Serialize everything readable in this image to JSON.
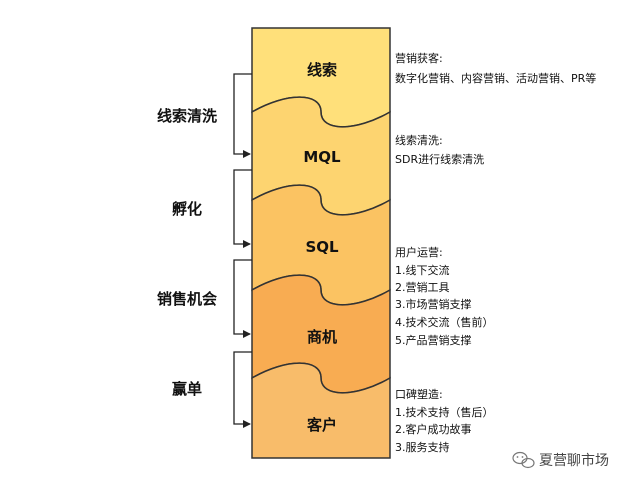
{
  "stages": [
    {
      "label": "线索",
      "color": "#FFE07A"
    },
    {
      "label": "MQL",
      "color": "#FDD470"
    },
    {
      "label": "SQL",
      "color": "#FBC362"
    },
    {
      "label": "商机",
      "color": "#F8AC52"
    },
    {
      "label": "客户",
      "color": "#F8BC6A"
    }
  ],
  "phases": [
    {
      "label": "线索清洗"
    },
    {
      "label": "孵化"
    },
    {
      "label": "销售机会"
    },
    {
      "label": "赢单"
    }
  ],
  "notes": [
    {
      "title": "营销获客:",
      "items": [
        "数字化营销、内容营销、活动营销、PR等"
      ]
    },
    {
      "title": "线索清洗:",
      "items": [
        "SDR进行线索清洗"
      ]
    },
    {
      "title": "用户运营:",
      "items": [
        "1.线下交流",
        "2.营销工具",
        "3.市场营销支撑",
        "4.技术交流（售前）",
        "5.产品营销支撑"
      ]
    },
    {
      "title": "口碑塑造:",
      "items": [
        "1.技术支持（售后）",
        "2.客户成功故事",
        "3.服务支持"
      ]
    }
  ],
  "watermark": {
    "text": "夏营聊市场",
    "icon": "wechat-icon"
  },
  "colors": {
    "stroke": "#333333",
    "bracket": "#222222"
  }
}
